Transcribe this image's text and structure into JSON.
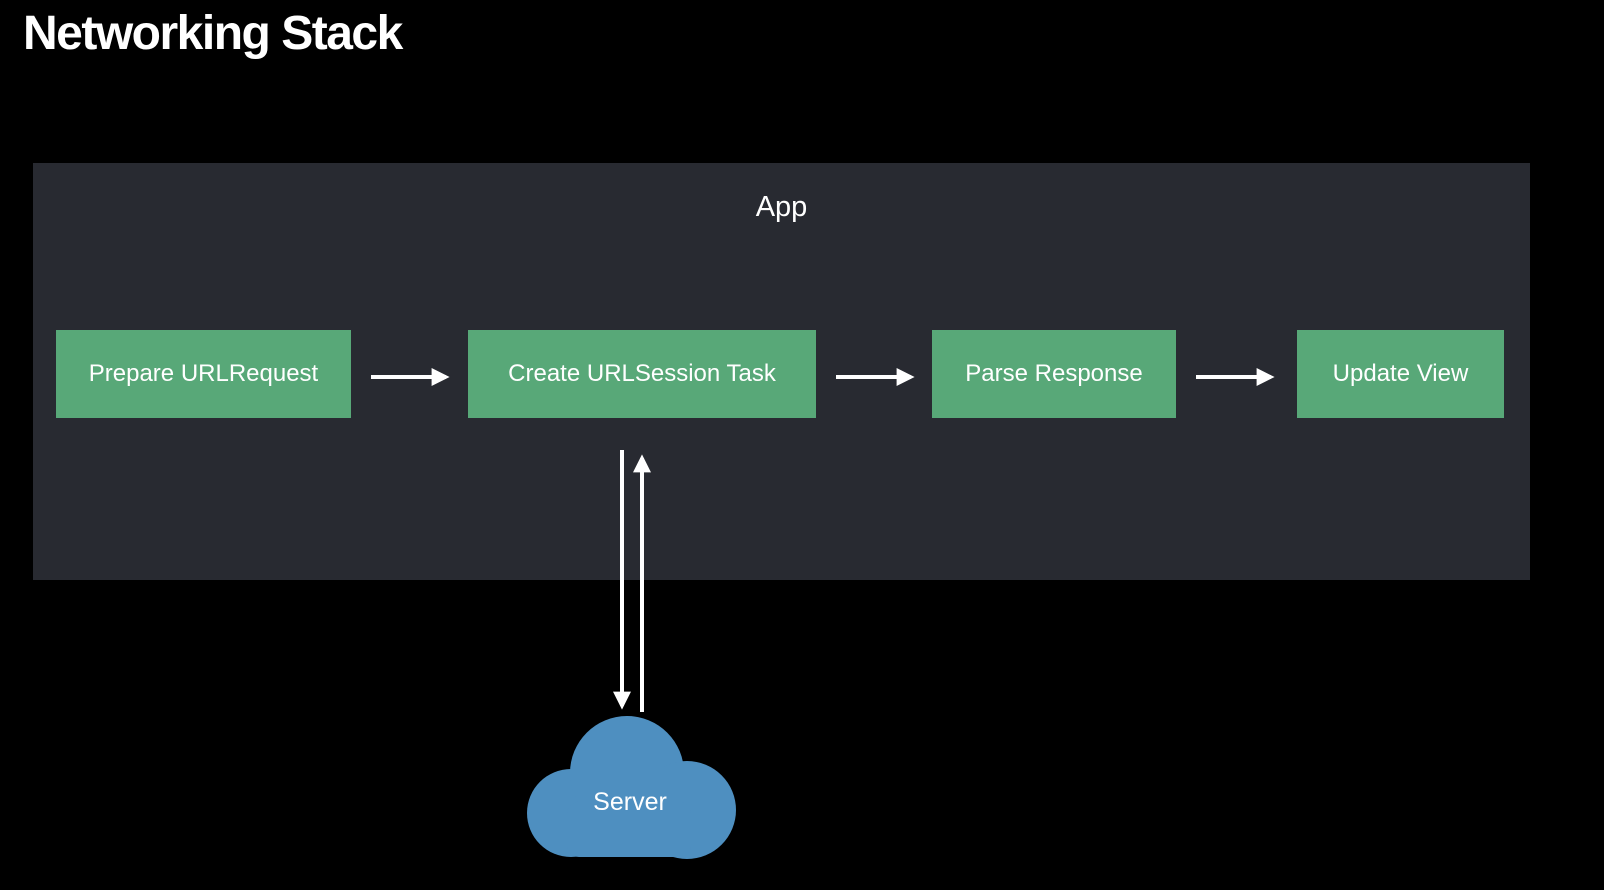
{
  "title": "Networking Stack",
  "diagram": {
    "container_label": "App",
    "steps": [
      {
        "label": "Prepare URLRequest"
      },
      {
        "label": "Create URLSession Task"
      },
      {
        "label": "Parse Response"
      },
      {
        "label": "Update View"
      }
    ],
    "cloud_label": "Server"
  },
  "icons": {
    "cloud": "server-cloud-icon",
    "arrows": [
      "arrow-right-icon",
      "arrow-right-icon",
      "arrow-right-icon",
      "arrow-down-icon",
      "arrow-up-icon"
    ]
  },
  "colors": {
    "background": "#000000",
    "app_container": "#282a31",
    "step_fill": "#58a878",
    "cloud_fill": "#4e8fc0",
    "arrow": "#ffffff",
    "text": "#ffffff"
  }
}
